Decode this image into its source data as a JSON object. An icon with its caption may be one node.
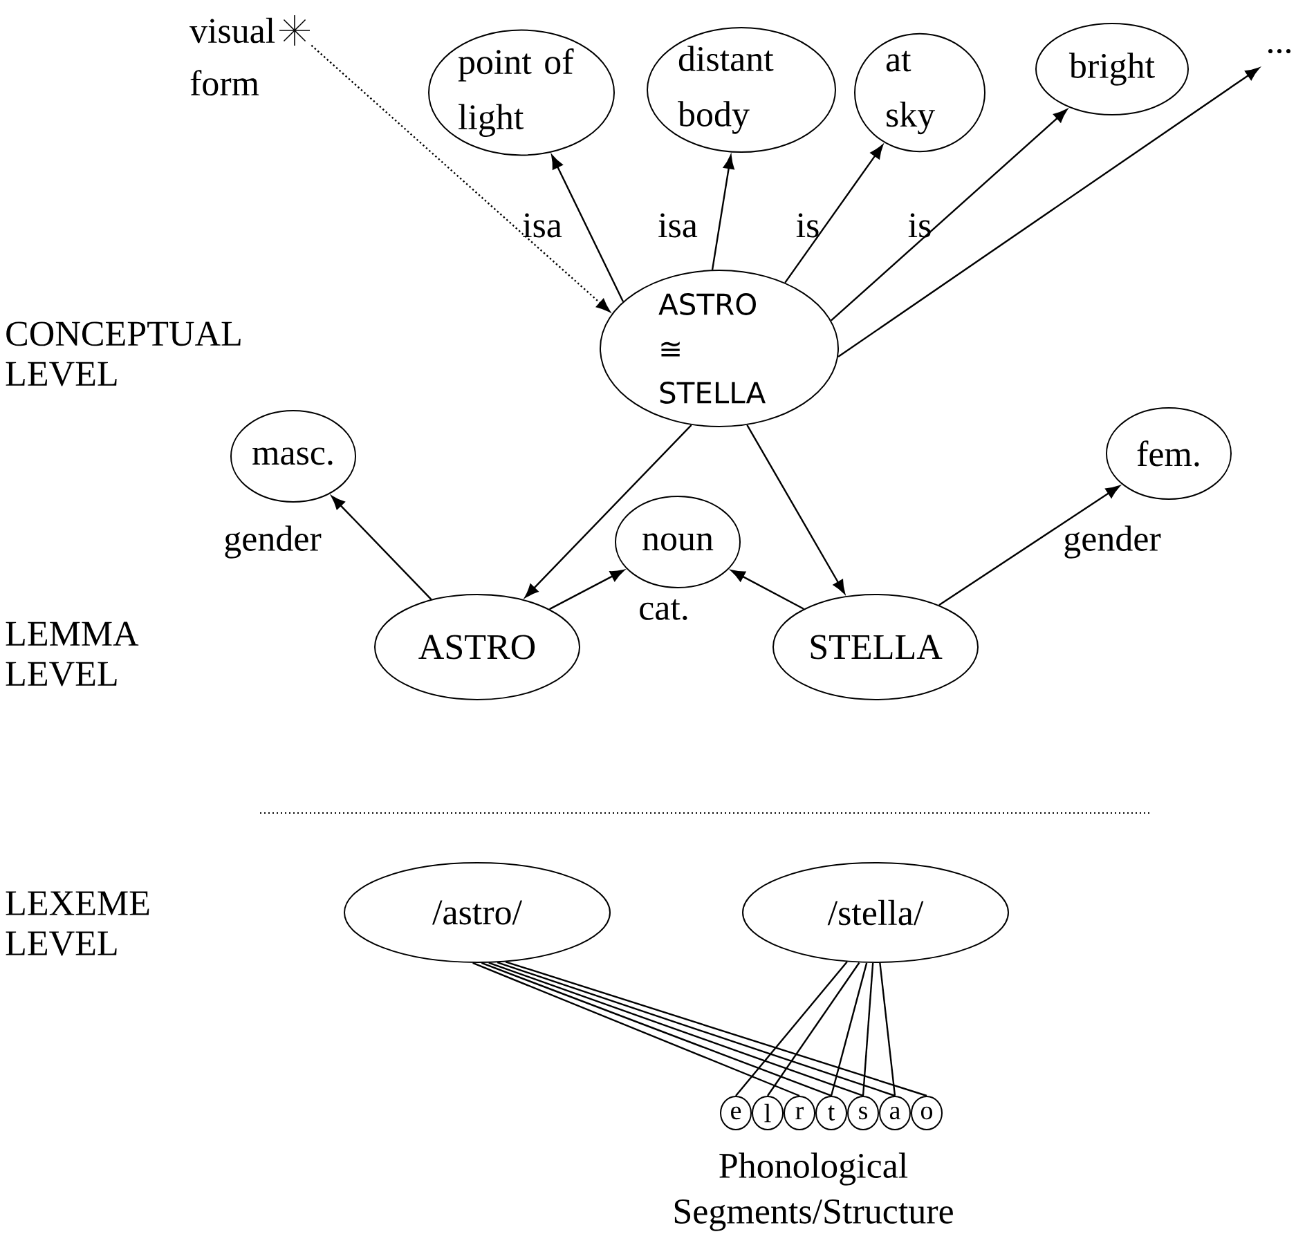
{
  "diagram": {
    "nodes": [
      {
        "text": [],
        "shape": "asterisk",
        "beside": [
          "visual form"
        ]
      },
      {
        "text": [
          "point of light"
        ]
      },
      {
        "text": [
          "distant body"
        ]
      },
      {
        "text": [
          "at sky"
        ]
      },
      {
        "text": [
          "bright"
        ]
      },
      {
        "text": [
          "..."
        ]
      },
      {
        "text": [
          "ASTRO ≅ STELLA"
        ]
      },
      {
        "text": [
          "masc."
        ]
      },
      {
        "text": [
          "noun"
        ]
      },
      {
        "text": [
          "fem."
        ]
      },
      {
        "text": [
          "ASTRO"
        ]
      },
      {
        "text": [
          "STELLA"
        ]
      },
      {
        "text": [
          "/astro/"
        ]
      },
      {
        "text": [
          "/stella/"
        ]
      },
      {
        "text": [
          "e"
        ]
      },
      {
        "text": [
          "l"
        ]
      },
      {
        "text": [
          "r"
        ]
      },
      {
        "text": [
          "t"
        ]
      },
      {
        "text": [
          "s"
        ]
      },
      {
        "text": [
          "a"
        ]
      },
      {
        "text": [
          "o"
        ]
      }
    ],
    "edges": [
      {
        "from": 0,
        "to": 6,
        "arrow": "to",
        "style": "dashed"
      },
      {
        "from": 6,
        "to": 1,
        "arrow": "to",
        "label": "isa"
      },
      {
        "from": 6,
        "to": 2,
        "arrow": "to",
        "label": "isa"
      },
      {
        "from": 6,
        "to": 3,
        "arrow": "to",
        "label": "is"
      },
      {
        "from": 6,
        "to": 4,
        "arrow": "to",
        "label": "is"
      },
      {
        "from": 6,
        "to": 5,
        "arrow": "to"
      },
      {
        "from": 6,
        "to": 10,
        "arrow": "to"
      },
      {
        "from": 6,
        "to": 11,
        "arrow": "to"
      },
      {
        "from": 10,
        "to": 7,
        "arrow": "to",
        "label": "gender"
      },
      {
        "from": 10,
        "to": 8,
        "arrow": "to"
      },
      {
        "from": 11,
        "to": 8,
        "arrow": "to"
      },
      {
        "from": 11,
        "to": 9,
        "arrow": "to",
        "label": "gender"
      },
      {
        "from": 12,
        "to": 19,
        "arrow": "none"
      },
      {
        "from": 12,
        "to": 18,
        "arrow": "none"
      },
      {
        "from": 12,
        "to": 17,
        "arrow": "none"
      },
      {
        "from": 12,
        "to": 16,
        "arrow": "none"
      },
      {
        "from": 12,
        "to": 20,
        "arrow": "none"
      },
      {
        "from": 13,
        "to": 18,
        "arrow": "none"
      },
      {
        "from": 13,
        "to": 17,
        "arrow": "none"
      },
      {
        "from": 13,
        "to": 14,
        "arrow": "none"
      },
      {
        "from": 13,
        "to": 15,
        "arrow": "none"
      },
      {
        "from": 13,
        "to": 19,
        "arrow": "none"
      }
    ],
    "labels": [
      "CONCEPTUAL LEVEL",
      "cat.",
      "LEMMA LEVEL",
      "LEXEME LEVEL",
      "Phonological Segments/Structure"
    ]
  }
}
